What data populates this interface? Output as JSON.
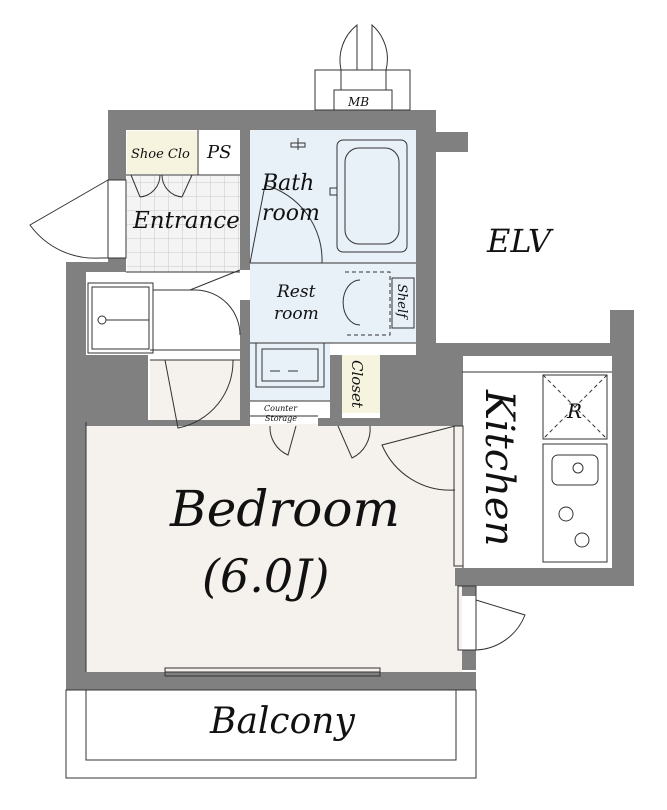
{
  "rooms": {
    "mb": "MB",
    "shoe_closet": "Shoe Clo",
    "ps": "PS",
    "bath_line1": "Bath",
    "bath_line2": "room",
    "entrance": "Entrance",
    "elv": "ELV",
    "rest_line1": "Rest",
    "rest_line2": "room",
    "shelf": "Shelf",
    "closet": "Closet",
    "counter_line1": "Counter",
    "counter_line2": "Storage",
    "refrigerator": "R",
    "kitchen": "Kitchen",
    "bedroom": "Bedroom",
    "bedroom_size": "(6.0J)",
    "balcony": "Balcony"
  },
  "colors": {
    "wall": "#808080",
    "bedroom_floor": "#f5f1ec",
    "bath_floor": "#e8f0f8",
    "closet_floor": "#f6f3df",
    "entrance_tile": "#f4f4f4"
  }
}
